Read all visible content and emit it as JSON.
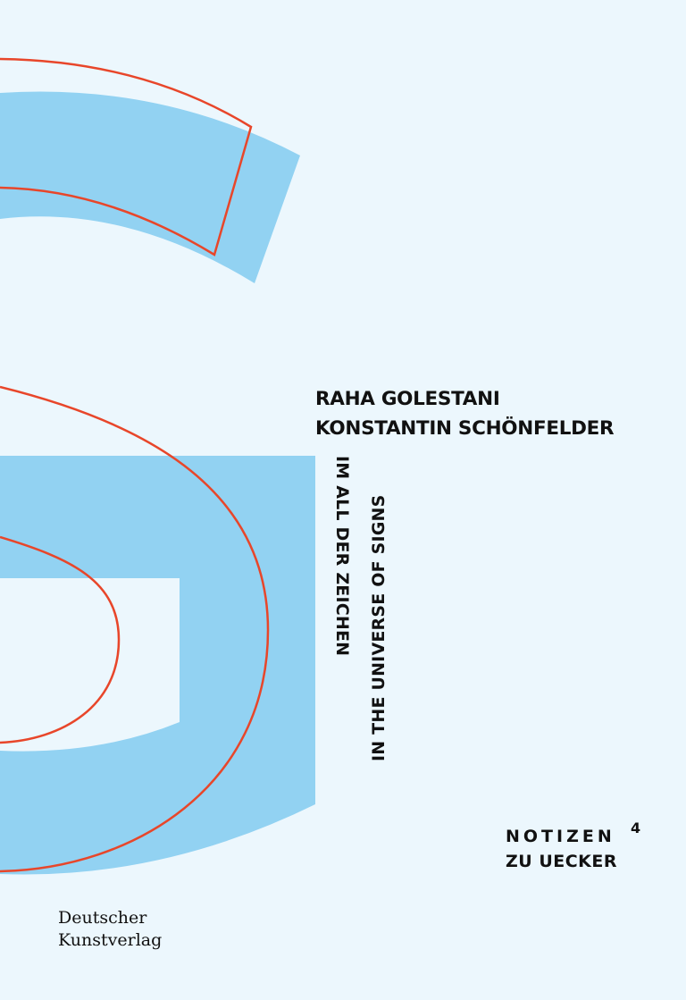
{
  "colors": {
    "background": "#ecf7fd",
    "shape_blue": "#92d2f2",
    "outline_red": "#e8462a",
    "text": "#111111"
  },
  "cover": {
    "authors": [
      "RAHA GOLESTANI",
      "KONSTANTIN SCHÖNFELDER"
    ],
    "title_de": "IM ALL DER ZEICHEN",
    "title_en": "IN THE UNIVERSE OF SIGNS",
    "series": {
      "name": "NOTIZEN",
      "number": "4",
      "subtitle": "ZU UECKER"
    },
    "publisher": [
      "Deutscher",
      "Kunstverlag"
    ]
  }
}
